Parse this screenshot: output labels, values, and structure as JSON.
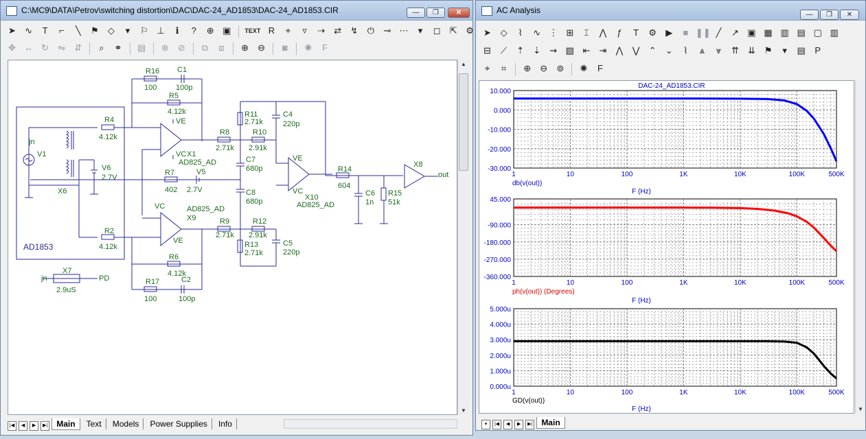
{
  "schematic_window": {
    "title": "C:\\MC9\\DATA\\Petrov\\switching distortion\\DAC\\DAC-24_AD1853\\DAC-24_AD1853.CIR",
    "controls": {
      "minimize": "—",
      "maximize": "❐",
      "close": "✕"
    },
    "tabs": [
      "Main",
      "Text",
      "Models",
      "Power Supplies",
      "Info"
    ],
    "active_tab": "Main"
  },
  "schematic": {
    "labels": {
      "r16": "R16",
      "r16_val": "100",
      "c1": "C1",
      "c1_val": "100p",
      "r5": "R5",
      "r5_val": "4.12k",
      "r4": "R4",
      "r4_val": "4.12k",
      "jn": "jn",
      "v1": "V1",
      "v6": "V6",
      "v6_val": "2.7V",
      "x6": "X6",
      "ad1853": "AD1853",
      "r2": "R2",
      "r2_val": "4.12k",
      "x1": "X1",
      "x1_model": "AD825_AD",
      "ve1": "VE",
      "vc1": "VC",
      "r8": "R8",
      "r8_val": "2.71k",
      "r10": "R10",
      "r10_val": "2.91k",
      "r11": "R11",
      "r11_val": "2.71k",
      "c4": "C4",
      "c4_val": "220p",
      "c7": "C7",
      "c7_val": "680p",
      "r7": "R7",
      "r7_val": "402",
      "v5": "V5",
      "v5_val": "2.7V",
      "c8": "C8",
      "c8_val": "680p",
      "x9": "X9",
      "x9_model": "AD825_AD",
      "vc9": "VC",
      "ve9": "VE",
      "r9": "R9",
      "r9_val": "2.71k",
      "r12": "R12",
      "r12_val": "2.91k",
      "r13": "R13",
      "r13_val": "2.71k",
      "c5": "C5",
      "c5_val": "220p",
      "r6": "R6",
      "r6_val": "4.12k",
      "r17": "R17",
      "r17_val": "100",
      "c2": "C2",
      "c2_val": "100p",
      "x10": "X10",
      "x10_model": "AD825_AD",
      "ve10": "VE",
      "vc10": "VC",
      "r14": "R14",
      "r14_val": "604",
      "c6": "C6",
      "c6_val": "1n",
      "r15": "R15",
      "r15_val": "51k",
      "x8": "X8",
      "out": "out",
      "x7": "X7",
      "x7_val": "2.9uS",
      "x7_in": "jn",
      "x7_out": "PD"
    }
  },
  "ac_window": {
    "title": "AC Analysis",
    "controls": {
      "minimize": "—",
      "maximize": "❐",
      "close": "✕"
    },
    "tabs": [
      "Main"
    ],
    "active_tab": "Main"
  },
  "chart_data": [
    {
      "type": "line",
      "title": "DAC-24_AD1853.CIR",
      "xlabel": "F (Hz)",
      "ylabel": "db(v(out))",
      "x_scale": "log",
      "xlim": [
        1,
        500000
      ],
      "ylim": [
        -30,
        10
      ],
      "x_ticks": [
        1,
        10,
        100,
        1000,
        10000,
        100000,
        500000
      ],
      "x_tick_labels": [
        "1",
        "10",
        "100",
        "1K",
        "10K",
        "100K",
        "500K"
      ],
      "y_ticks": [
        10,
        0,
        -10,
        -20,
        -30
      ],
      "y_tick_labels": [
        "10.000",
        "0.000",
        "-10.000",
        "-20.000",
        "-30.000"
      ],
      "grid": true,
      "color": "#0000ff",
      "series": [
        {
          "x": [
            1,
            10,
            100,
            1000,
            10000,
            30000,
            60000,
            100000,
            150000,
            200000,
            300000,
            400000,
            500000
          ],
          "y": [
            5.9,
            5.9,
            5.9,
            5.9,
            5.8,
            5.6,
            4.9,
            3.0,
            -0.5,
            -4.5,
            -12.5,
            -20.0,
            -26.5
          ]
        }
      ]
    },
    {
      "type": "line",
      "title": "",
      "xlabel": "F (Hz)",
      "ylabel": "ph(v(out)) (Degrees)",
      "x_scale": "log",
      "xlim": [
        1,
        500000
      ],
      "ylim": [
        -360,
        45
      ],
      "x_ticks": [
        1,
        10,
        100,
        1000,
        10000,
        100000,
        500000
      ],
      "x_tick_labels": [
        "1",
        "10",
        "100",
        "1K",
        "10K",
        "100K",
        "500K"
      ],
      "y_ticks": [
        45,
        -90,
        -180,
        -270,
        -360
      ],
      "y_tick_labels": [
        "45.000",
        "-90.000",
        "-180.000",
        "-270.000",
        "-360.000"
      ],
      "grid": true,
      "color": "#ff0000",
      "series": [
        {
          "x": [
            1,
            10,
            100,
            1000,
            3000,
            10000,
            20000,
            40000,
            70000,
            100000,
            150000,
            200000,
            300000,
            400000,
            500000
          ],
          "y": [
            0,
            0,
            0,
            -0.2,
            -1,
            -3,
            -7,
            -16,
            -30,
            -46,
            -75,
            -105,
            -160,
            -200,
            -228
          ]
        }
      ]
    },
    {
      "type": "line",
      "title": "",
      "xlabel": "F (Hz)",
      "ylabel": "GD(v(out))",
      "x_scale": "log",
      "xlim": [
        1,
        500000
      ],
      "ylim": [
        0,
        5e-06
      ],
      "x_ticks": [
        1,
        10,
        100,
        1000,
        10000,
        100000,
        500000
      ],
      "x_tick_labels": [
        "1",
        "10",
        "100",
        "1K",
        "10K",
        "100K",
        "500K"
      ],
      "y_ticks": [
        5e-06,
        4e-06,
        3e-06,
        2e-06,
        1e-06,
        0
      ],
      "y_tick_labels": [
        "5.000u",
        "4.000u",
        "3.000u",
        "2.000u",
        "1.000u",
        "0.000u"
      ],
      "grid": true,
      "color": "#000000",
      "series": [
        {
          "x": [
            1,
            10,
            100,
            1000,
            10000,
            30000,
            60000,
            100000,
            150000,
            200000,
            300000,
            400000,
            500000
          ],
          "y": [
            2.9e-06,
            2.9e-06,
            2.9e-06,
            2.9e-06,
            2.9e-06,
            2.9e-06,
            2.88e-06,
            2.8e-06,
            2.5e-06,
            2.1e-06,
            1.3e-06,
            8e-07,
            5e-07
          ]
        }
      ]
    }
  ]
}
